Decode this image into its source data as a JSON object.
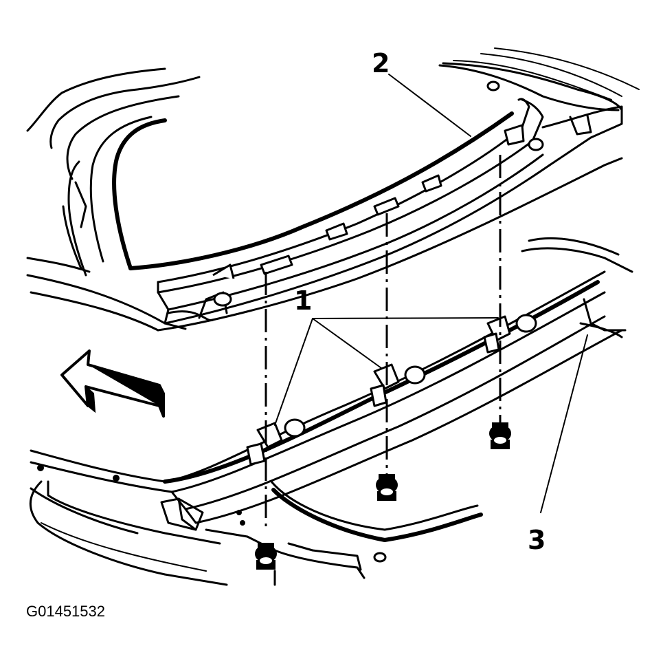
{
  "figure_id": "G01451532",
  "callouts": {
    "one": "1",
    "two": "2",
    "three": "3"
  },
  "icons": {
    "direction_arrow": "forward-arrow-icon",
    "fastener": "bolt-icon"
  }
}
